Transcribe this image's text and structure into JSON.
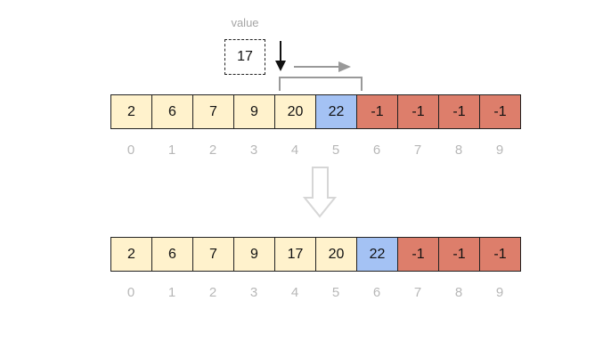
{
  "value": {
    "label": "value",
    "number": "17"
  },
  "before": {
    "cells": [
      {
        "v": "2",
        "state": "sorted"
      },
      {
        "v": "6",
        "state": "sorted"
      },
      {
        "v": "7",
        "state": "sorted"
      },
      {
        "v": "9",
        "state": "sorted"
      },
      {
        "v": "20",
        "state": "sorted"
      },
      {
        "v": "22",
        "state": "current"
      },
      {
        "v": "-1",
        "state": "unsorted"
      },
      {
        "v": "-1",
        "state": "unsorted"
      },
      {
        "v": "-1",
        "state": "unsorted"
      },
      {
        "v": "-1",
        "state": "unsorted"
      }
    ],
    "indices": [
      "0",
      "1",
      "2",
      "3",
      "4",
      "5",
      "6",
      "7",
      "8",
      "9"
    ]
  },
  "after": {
    "cells": [
      {
        "v": "2",
        "state": "sorted"
      },
      {
        "v": "6",
        "state": "sorted"
      },
      {
        "v": "7",
        "state": "sorted"
      },
      {
        "v": "9",
        "state": "sorted"
      },
      {
        "v": "17",
        "state": "sorted"
      },
      {
        "v": "20",
        "state": "sorted"
      },
      {
        "v": "22",
        "state": "current"
      },
      {
        "v": "-1",
        "state": "unsorted"
      },
      {
        "v": "-1",
        "state": "unsorted"
      },
      {
        "v": "-1",
        "state": "unsorted"
      }
    ],
    "indices": [
      "0",
      "1",
      "2",
      "3",
      "4",
      "5",
      "6",
      "7",
      "8",
      "9"
    ]
  },
  "colors": {
    "sorted": "#fff2cc",
    "current": "#a4c2f4",
    "unsorted": "#dd7e6b",
    "index_text": "#b7b7b7",
    "arrow_gray": "#999999"
  }
}
